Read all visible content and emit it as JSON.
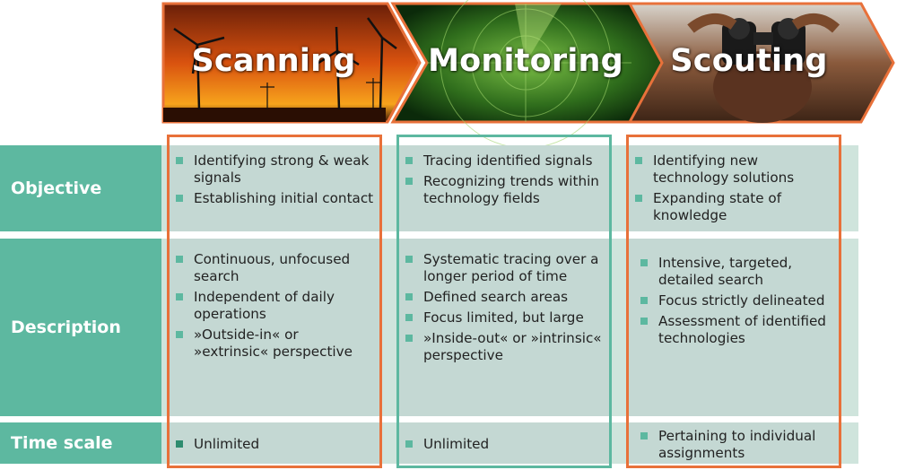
{
  "stages": [
    {
      "title": "Scanning"
    },
    {
      "title": "Monitoring"
    },
    {
      "title": "Scouting"
    }
  ],
  "rows": [
    {
      "label": "Objective"
    },
    {
      "label": "Description"
    },
    {
      "label": "Time scale"
    }
  ],
  "cells": {
    "scanning": {
      "objective": [
        "Identifying strong & weak signals",
        "Establishing initial contact"
      ],
      "description": [
        "Continuous, unfocused search",
        "Independent of daily operations",
        "»Outside-in« or »extrinsic« perspective"
      ],
      "time_scale": [
        "Unlimited"
      ]
    },
    "monitoring": {
      "objective": [
        "Tracing identified signals",
        "Recognizing trends within technology fields"
      ],
      "description": [
        "Systematic tracing over a longer period of time",
        "Defined search areas",
        "Focus limited, but large",
        "»Inside-out« or »intrinsic« perspective"
      ],
      "time_scale": [
        "Unlimited"
      ]
    },
    "scouting": {
      "objective": [
        "Identifying new technology solutions",
        "Expanding state of knowledge"
      ],
      "description": [
        "Intensive, targeted, detailed search",
        "Focus strictly delineated",
        "Assessment of identified technologies"
      ],
      "time_scale": [
        "Pertaining to individual assignments"
      ]
    }
  },
  "colors": {
    "accent_orange": "#e8713a",
    "teal_label": "#5db8a0",
    "teal_border": "#5db8a0",
    "cell_bg": "#c4d8d3",
    "row_bg": "#cfe4dc"
  }
}
